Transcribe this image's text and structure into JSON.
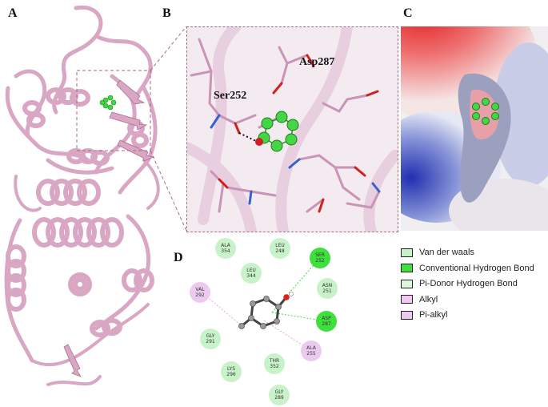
{
  "panels": {
    "a": {
      "letter": "A"
    },
    "b": {
      "letter": "B",
      "labels": {
        "ser": "Ser252",
        "asp": "Asp287"
      }
    },
    "c": {
      "letter": "C"
    },
    "d": {
      "letter": "D"
    }
  },
  "colors": {
    "protein": "#d9a6c4",
    "protein_dark": "#a86f93",
    "ligand": "#3fd63f",
    "box": "#a86a86",
    "van_der_waals": "#c8f2c8",
    "conventional_h_bond": "#3ee03e",
    "pi_donor_h_bond": "#dcf7dc",
    "alkyl": "#f2c8ef",
    "pi_alkyl": "#eccaf0"
  },
  "interaction_map": {
    "residues": [
      {
        "name": "ALA",
        "num": "354",
        "type": "van_der_waals"
      },
      {
        "name": "LEU",
        "num": "248",
        "type": "van_der_waals"
      },
      {
        "name": "SER",
        "num": "252",
        "type": "conventional_h_bond"
      },
      {
        "name": "LEU",
        "num": "344",
        "type": "van_der_waals"
      },
      {
        "name": "ASN",
        "num": "251",
        "type": "van_der_waals"
      },
      {
        "name": "VAL",
        "num": "292",
        "type": "pi_alkyl"
      },
      {
        "name": "ASP",
        "num": "287",
        "type": "conventional_h_bond"
      },
      {
        "name": "GLY",
        "num": "291",
        "type": "van_der_waals"
      },
      {
        "name": "ALA",
        "num": "255",
        "type": "pi_alkyl"
      },
      {
        "name": "THR",
        "num": "352",
        "type": "van_der_waals"
      },
      {
        "name": "LYS",
        "num": "296",
        "type": "van_der_waals"
      },
      {
        "name": "GLY",
        "num": "289",
        "type": "van_der_waals"
      }
    ]
  },
  "legend": [
    {
      "label": "Van der waals",
      "color": "#c8f2c8"
    },
    {
      "label": "Conventional Hydrogen Bond",
      "color": "#3ee03e"
    },
    {
      "label": "Pi-Donor Hydrogen Bond",
      "color": "#dcf7dc"
    },
    {
      "label": "Alkyl",
      "color": "#f2c8ef"
    },
    {
      "label": "Pi-alkyl",
      "color": "#eccaf0"
    }
  ]
}
